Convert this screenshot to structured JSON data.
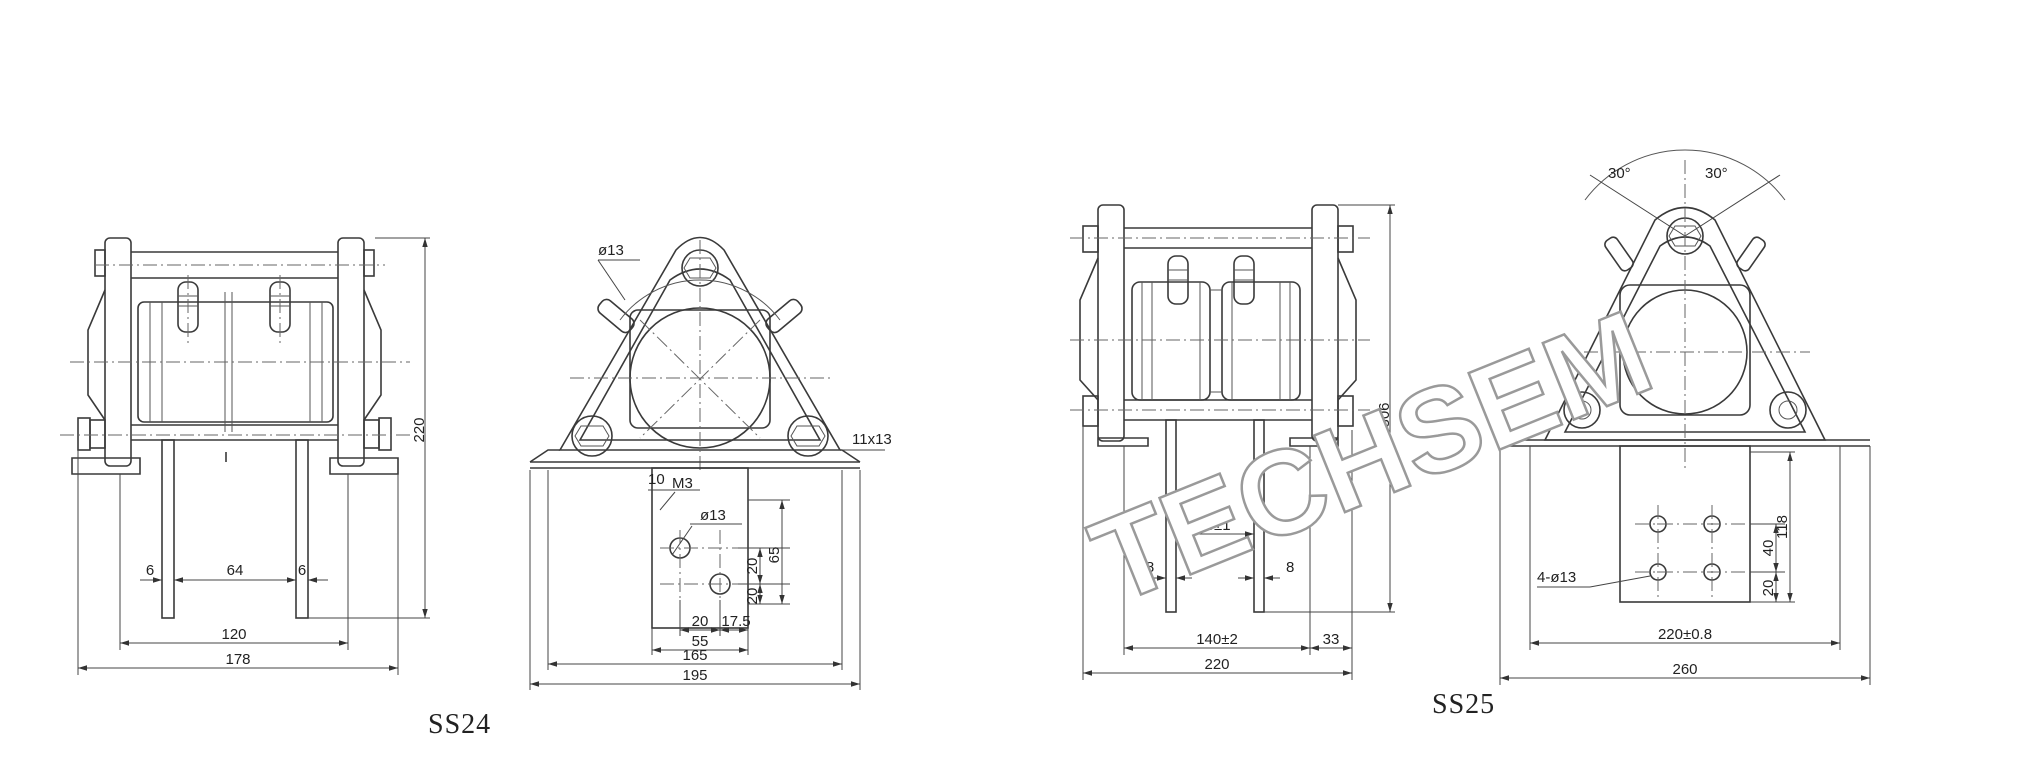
{
  "captions": {
    "left": "SS24",
    "right": "SS25"
  },
  "watermark": "TECHSEM",
  "ss24": {
    "side": {
      "h220": "220",
      "w6a": "6",
      "w64": "64",
      "w6b": "6",
      "w120": "120",
      "w178": "178"
    },
    "front": {
      "d13": "ø13",
      "hole": "11x13",
      "m3": "M3",
      "w10": "10",
      "d13b": "ø13",
      "h20a": "20",
      "h20b": "20",
      "h65": "65",
      "w20": "20",
      "w175": "17.5",
      "w55": "55",
      "w165": "165",
      "w195": "195"
    }
  },
  "ss25": {
    "side": {
      "h306": "306",
      "w70": "70±1",
      "w8a": "8",
      "w8b": "8",
      "w140": "140±2",
      "w33": "33",
      "w220": "220"
    },
    "front": {
      "a30l": "30°",
      "a30r": "30°",
      "holes": "4-ø13",
      "h40": "40",
      "h118": "118",
      "h20": "20",
      "w220": "220±0.8",
      "w260": "260"
    }
  }
}
